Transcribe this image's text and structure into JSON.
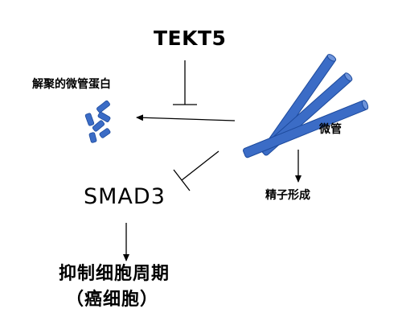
{
  "labels": {
    "tekt5": "TEKT5",
    "depolymerized_tubulin": "解聚的微管蛋白",
    "microtubule": "微管",
    "smad3": "SMAD3",
    "spermatogenesis": "精子形成",
    "cell_cycle_inhibition": "抑制细胞周期",
    "cancer_cells": "（癌细胞）"
  },
  "colors": {
    "microtubule_fill": "#3b6cc6",
    "microtubule_stroke": "#1d4a9c",
    "line": "#000000",
    "text": "#000000",
    "background": "#ffffff"
  },
  "edges": [
    {
      "from": "microtubule",
      "to": "depolymerized_tubulin",
      "type": "arrow"
    },
    {
      "from": "tekt5",
      "to": "microtubule-to-tubulin",
      "type": "inhibition"
    },
    {
      "from": "microtubule",
      "to": "smad3",
      "type": "inhibition"
    },
    {
      "from": "microtubule",
      "to": "spermatogenesis",
      "type": "arrow"
    },
    {
      "from": "smad3",
      "to": "cell_cycle_inhibition",
      "type": "arrow"
    }
  ]
}
